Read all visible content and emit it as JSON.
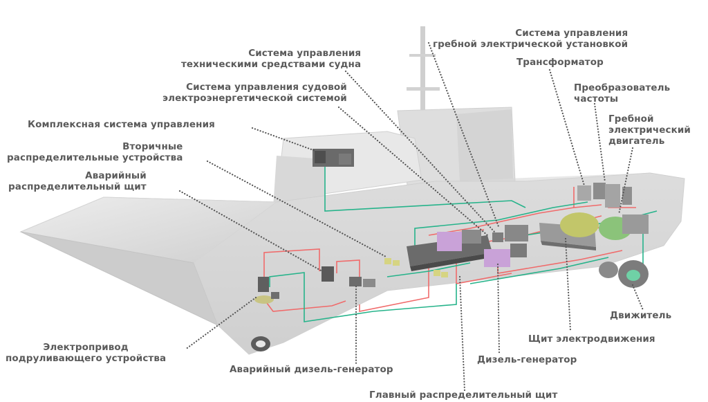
{
  "colors": {
    "background": "#ffffff",
    "hull": "#dcdcdc",
    "power_line": "#f06a6a",
    "control_line": "#25b38a",
    "label_text": "#5a5a5a",
    "leader": "#555555"
  },
  "labels": {
    "propulsion_control": [
      "Система управления",
      "гребной электрической установкой"
    ],
    "technical_control": [
      "Система управления",
      "техническими средствами судна"
    ],
    "transformer": [
      "Трансформатор"
    ],
    "power_system_control": [
      "Система управления судовой",
      "электроэнергетической системой"
    ],
    "frequency_converter": [
      "Преобразователь",
      "частоты"
    ],
    "integrated_control": [
      "Комплексная система управления"
    ],
    "propulsion_motor": [
      "Гребной",
      "электрический",
      "двигатель"
    ],
    "secondary_distribution": [
      "Вторичные",
      "распределительные устройства"
    ],
    "emergency_switchboard": [
      "Аварийный",
      "распределительный щит"
    ],
    "propulsor": [
      "Движитель"
    ],
    "propulsion_switchboard": [
      "Щит электродвижения"
    ],
    "thruster_drive": [
      "Электропривод",
      "подруливающего устройства"
    ],
    "diesel_generator": [
      "Дизель-генератор"
    ],
    "emergency_diesel_generator": [
      "Аварийный дизель-генератор"
    ],
    "main_switchboard": [
      "Главный распределительный щит"
    ]
  }
}
